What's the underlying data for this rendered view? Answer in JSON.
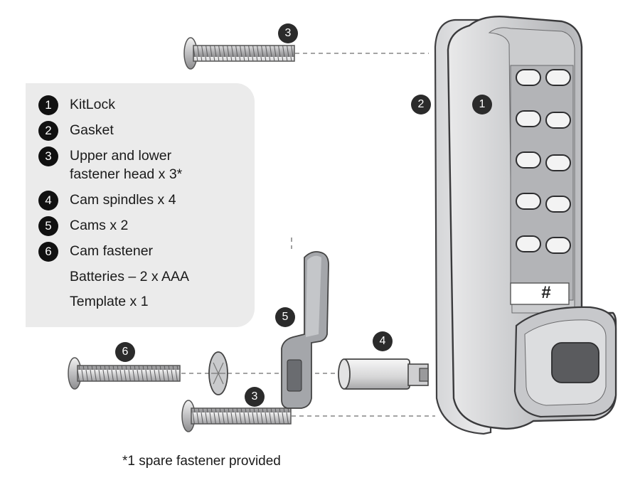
{
  "legend": {
    "items": [
      {
        "num": "1",
        "lines": [
          "KitLock"
        ]
      },
      {
        "num": "2",
        "lines": [
          "Gasket"
        ]
      },
      {
        "num": "3",
        "lines": [
          "Upper and lower",
          "fastener head x 3*"
        ]
      },
      {
        "num": "4",
        "lines": [
          "Cam spindles x 4"
        ]
      },
      {
        "num": "5",
        "lines": [
          "Cams x 2"
        ]
      },
      {
        "num": "6",
        "lines": [
          "Cam fastener"
        ]
      }
    ],
    "extras": [
      "Batteries – 2 x AAA",
      "Template x 1"
    ]
  },
  "callouts": {
    "upper_fastener": "3",
    "gasket": "2",
    "kitlock": "1",
    "cam": "5",
    "cam_spindle": "4",
    "cam_fastener": "6",
    "lower_fastener": "3"
  },
  "keypad": {
    "hash_key": "#"
  },
  "footnote": "*1 spare fastener provided"
}
